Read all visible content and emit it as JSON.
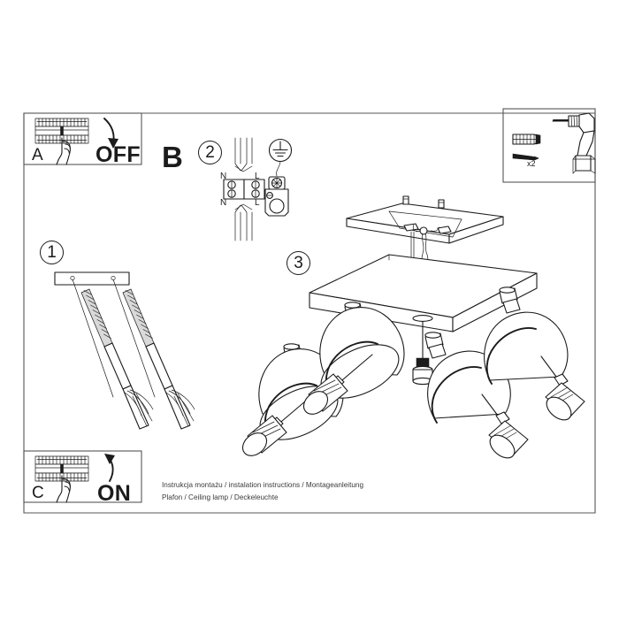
{
  "document": {
    "title": "Plafon / Ceiling lamp / Deckeleuchte installation instructions",
    "caption_line1": "Instrukcja montażu / instalation instructions / Montageanleitung",
    "caption_line2": "Plafon / Ceiling lamp / Deckeleuchte",
    "line_color": "#1b1b1b",
    "background": "#ffffff"
  },
  "panels": {
    "power_off": {
      "letter": "A",
      "action_label": "OFF",
      "icon": "circuit-breaker-panel-icon",
      "hand_icon": "hand-pointing-icon",
      "arrow_icon": "arrow-down-curved-icon"
    },
    "power_on": {
      "letter": "C",
      "action_label": "ON",
      "icon": "circuit-breaker-panel-icon",
      "hand_icon": "hand-pointing-icon",
      "arrow_icon": "arrow-up-curved-icon"
    },
    "tools": {
      "icon_drill": "power-drill-icon",
      "icon_wall_plug": "wall-plug-icon",
      "icon_screw": "screw-icon",
      "quantity_label": "x2"
    }
  },
  "steps": [
    {
      "number": "1",
      "name": "mount-bracket-step",
      "icon": "mounting-plate-with-screws-icon"
    },
    {
      "number": "2",
      "name": "wiring-step",
      "group_letter": "B",
      "icon": "terminal-block-icon",
      "terminals": {
        "top_left": "N",
        "top_right": "L",
        "bottom_left": "N",
        "bottom_right": "L"
      },
      "earth_icon": "earth-ground-symbol-icon",
      "connector_icon": "cable-gland-connector-icon"
    },
    {
      "number": "3",
      "name": "fixture-assembly-step",
      "icon": "ceiling-lamp-four-spotlights-icon",
      "spotlight_count": 4
    }
  ]
}
